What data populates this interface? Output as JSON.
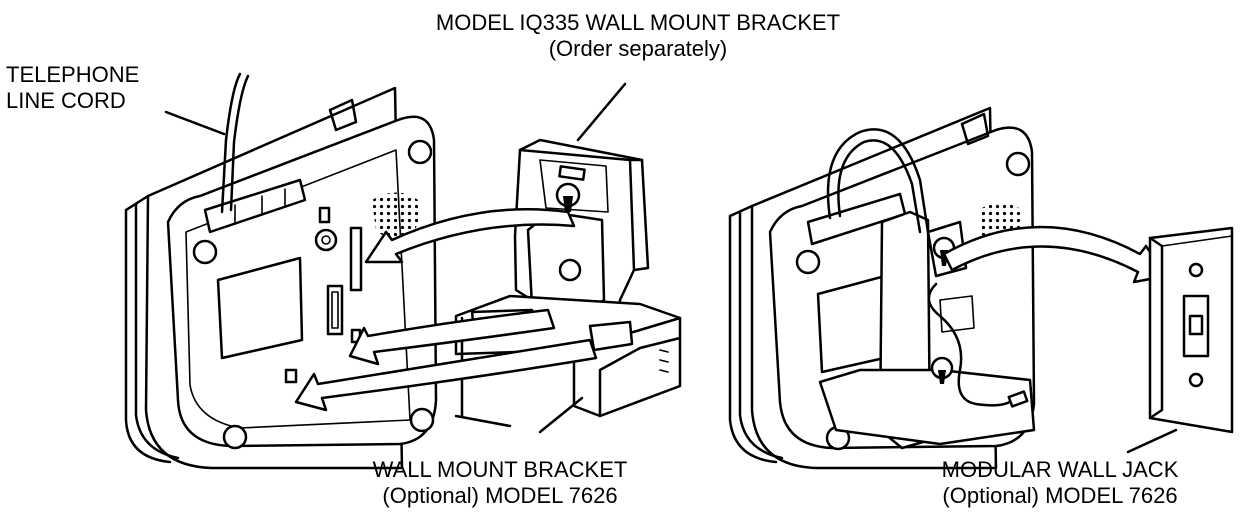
{
  "labels": {
    "cord": [
      "TELEPHONE",
      "LINE CORD"
    ],
    "iq_bracket": [
      "MODEL IQ335 WALL MOUNT BRACKET",
      "(Order separately)"
    ],
    "wall_bracket": [
      "WALL MOUNT BRACKET",
      "(Optional) MODEL 7626"
    ],
    "wall_jack": [
      "MODULAR WALL JACK",
      "(Optional) MODEL 7626"
    ]
  }
}
